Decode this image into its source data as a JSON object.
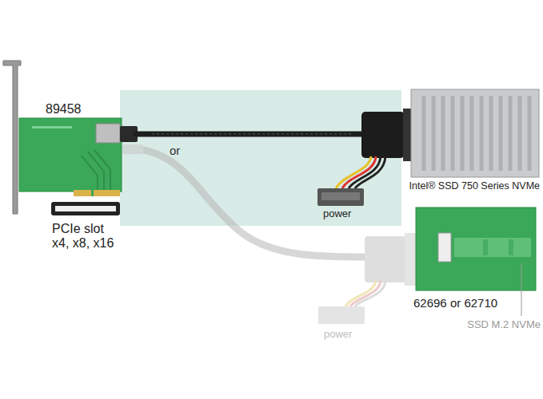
{
  "diagram": {
    "labels": [
      "89458",
      "or",
      "power",
      "Intel® SSD 750 Series NVMe",
      "PCIe slot x4, x8, x16",
      "62696 or 62710",
      "SSD M.2 NVMe",
      "power"
    ]
  }
}
